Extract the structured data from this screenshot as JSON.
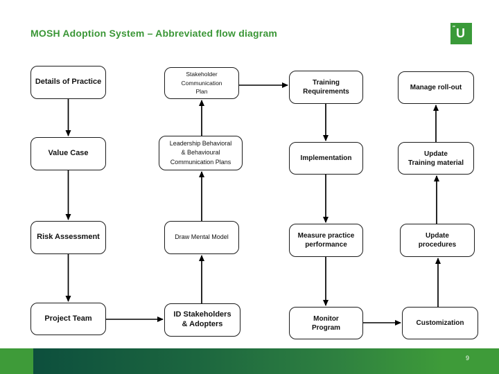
{
  "header": {
    "title": "MOSH Adoption System – Abbreviated flow diagram"
  },
  "logo": {
    "letter": "U",
    "mark": "″"
  },
  "footer": {
    "page_number": "9"
  },
  "colors": {
    "title_green": "#3a9636",
    "logo_green": "#3a9a39",
    "footer_light_green": "#3e9b39",
    "footer_dark_green": "#0d4f3d",
    "box_border": "#1a1a1a"
  },
  "diagram": {
    "boxes": {
      "details_of_practice": {
        "label": "Details of Practice"
      },
      "value_case": {
        "label": "Value Case"
      },
      "risk_assessment": {
        "label": "Risk Assessment"
      },
      "project_team": {
        "label": "Project Team"
      },
      "stakeholder_communication_plan": {
        "label": "Stakeholder\nCommunication\nPlan"
      },
      "leadership_plans": {
        "label": "Leadership Behavioral\n& Behavioural\nCommunication Plans"
      },
      "draw_mental_model": {
        "label": "Draw Mental Model"
      },
      "id_stakeholders": {
        "label": "ID Stakeholders\n& Adopters"
      },
      "training_requirements": {
        "label": "Training\nRequirements"
      },
      "implementation": {
        "label": "Implementation"
      },
      "measure_practice": {
        "label": "Measure practice\nperformance"
      },
      "monitor_program": {
        "label": "Monitor\nProgram"
      },
      "manage_rollout": {
        "label": "Manage roll-out"
      },
      "update_training": {
        "label": "Update\nTraining material"
      },
      "update_procedures": {
        "label": "Update\nprocedures"
      },
      "customization": {
        "label": "Customization"
      }
    },
    "connections": [
      {
        "from": "details_of_practice",
        "to": "value_case"
      },
      {
        "from": "value_case",
        "to": "risk_assessment"
      },
      {
        "from": "risk_assessment",
        "to": "project_team"
      },
      {
        "from": "project_team",
        "to": "id_stakeholders"
      },
      {
        "from": "id_stakeholders",
        "to": "draw_mental_model"
      },
      {
        "from": "draw_mental_model",
        "to": "leadership_plans"
      },
      {
        "from": "leadership_plans",
        "to": "stakeholder_communication_plan"
      },
      {
        "from": "stakeholder_communication_plan",
        "to": "training_requirements"
      },
      {
        "from": "training_requirements",
        "to": "implementation"
      },
      {
        "from": "implementation",
        "to": "measure_practice"
      },
      {
        "from": "measure_practice",
        "to": "monitor_program"
      },
      {
        "from": "monitor_program",
        "to": "customization"
      },
      {
        "from": "customization",
        "to": "update_procedures"
      },
      {
        "from": "update_procedures",
        "to": "update_training"
      },
      {
        "from": "update_training",
        "to": "manage_rollout"
      }
    ]
  }
}
